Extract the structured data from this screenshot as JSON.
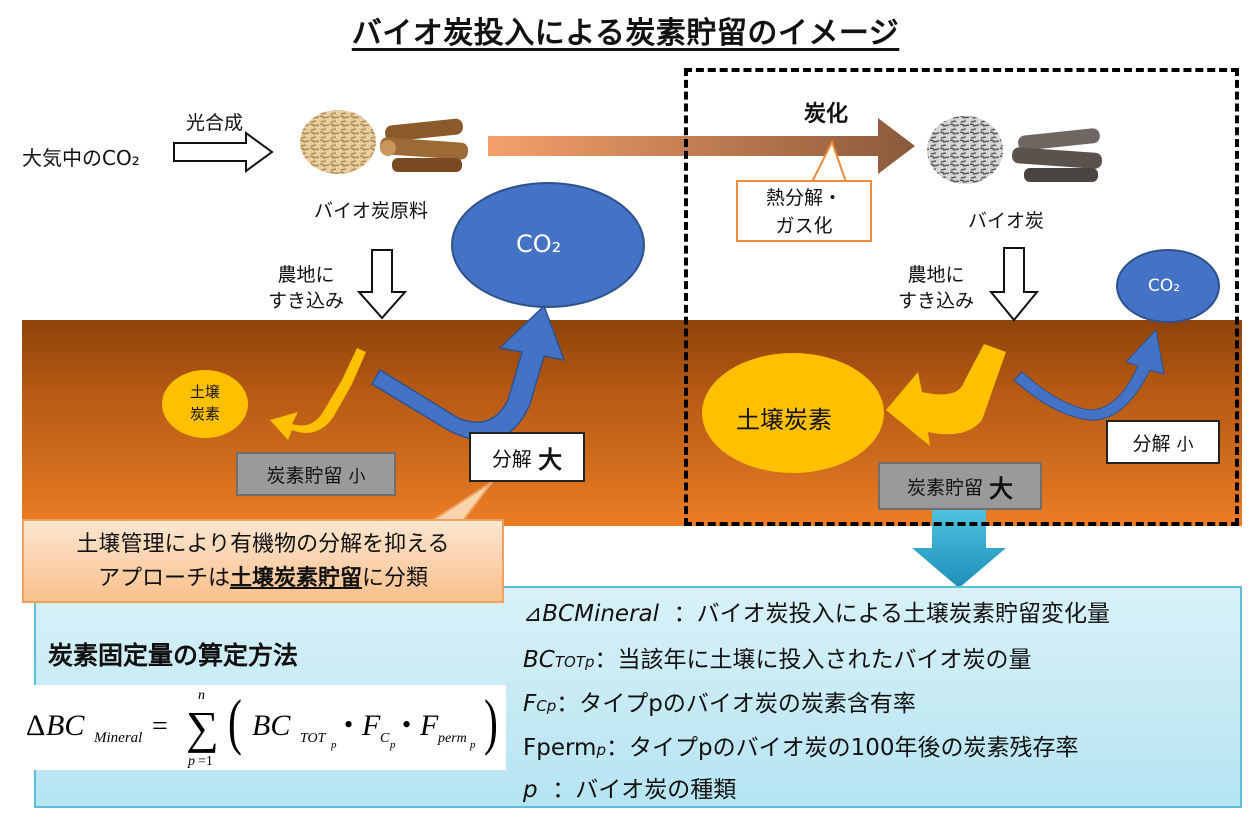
{
  "title": "バイオ炭投入による炭素貯留のイメージ",
  "top": {
    "atmospheric_co2": "大気中のCO₂",
    "photosynthesis": "光合成",
    "feedstock": "バイオ炭原料",
    "carbonization": "炭化",
    "pyrolysis_line1": "熱分解・",
    "pyrolysis_line2": "ガス化",
    "biochar": "バイオ炭",
    "co2_large": "CO₂",
    "co2_small": "CO₂"
  },
  "left_scenario": {
    "plow_line1": "農地に",
    "plow_line2": "すき込み",
    "soil_carbon_line1": "土壌",
    "soil_carbon_line2": "炭素",
    "storage_label": "炭素貯留",
    "storage_size": "小",
    "decomp_label": "分解",
    "decomp_size": "大"
  },
  "right_scenario": {
    "plow_line1": "農地に",
    "plow_line2": "すき込み",
    "soil_carbon": "土壌炭素",
    "storage_label": "炭素貯留",
    "storage_size": "大",
    "decomp_label": "分解",
    "decomp_size": "小"
  },
  "callout": {
    "line1": "土壌管理により有機物の分解を抑える",
    "line2_pre": "アプローチは",
    "line2_bold": "土壌炭素貯留",
    "line2_post": "に分類"
  },
  "method": {
    "title": "炭素固定量の算定方法"
  },
  "definitions": [
    {
      "term": "⊿BCMineral",
      "sub": "",
      "desc": "：バイオ炭投入による土壌炭素貯留変化量"
    },
    {
      "term": "BC",
      "sub": "TOTp",
      "desc": "：当該年に土壌に投入されたバイオ炭の量"
    },
    {
      "term": "F",
      "sub": "Cp",
      "desc": "：タイプpのバイオ炭の炭素含有率"
    },
    {
      "term": "Fperm",
      "sub": "p",
      "desc": "：タイプpのバイオ炭の100年後の炭素残存率"
    },
    {
      "term": "p",
      "sub": "",
      "desc": "：バイオ炭の種類"
    }
  ],
  "colors": {
    "soil_top": "#8e4309",
    "soil_bottom": "#ee7d25",
    "co2_blue": "#4472c4",
    "carbon_yellow": "#ffc000",
    "panel_bg": "#c8ecf6"
  }
}
